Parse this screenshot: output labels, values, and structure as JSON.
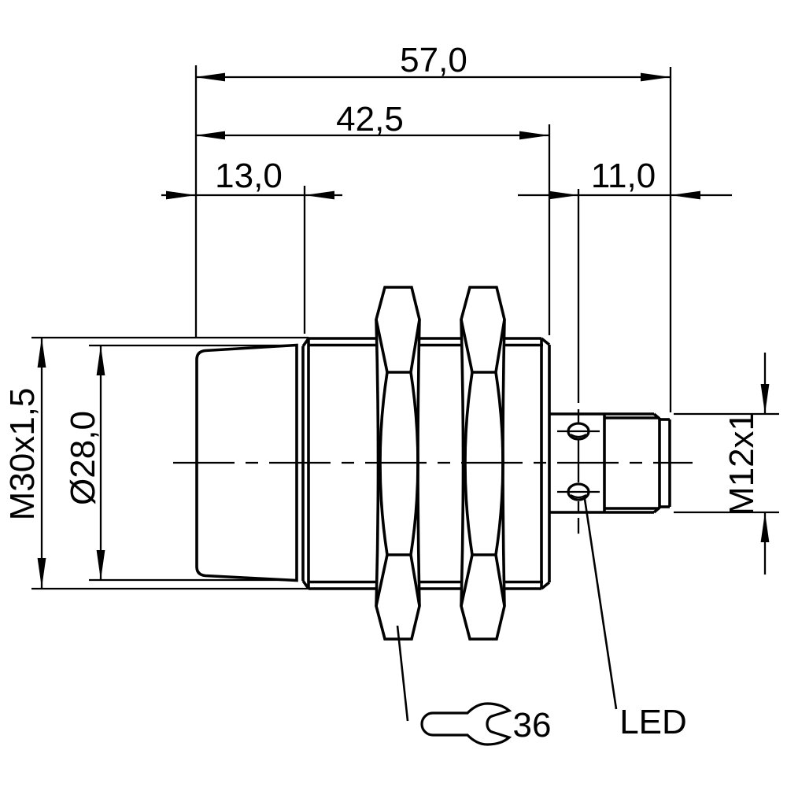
{
  "drawing": {
    "type": "technical-dimension-drawing",
    "subject": "cylindrical-proximity-sensor-M30-with-M12-connector",
    "dims": {
      "overall_length": "57,0",
      "housing_length": "42,5",
      "head_length": "13,0",
      "connector_length": "11,0",
      "body_thread": "M30x1,5",
      "head_diameter": "Ø28,0",
      "connector_thread": "M12x1",
      "wrench_size": "36",
      "led_label": "LED"
    },
    "colors": {
      "line": "#000000",
      "background": "#ffffff"
    }
  }
}
